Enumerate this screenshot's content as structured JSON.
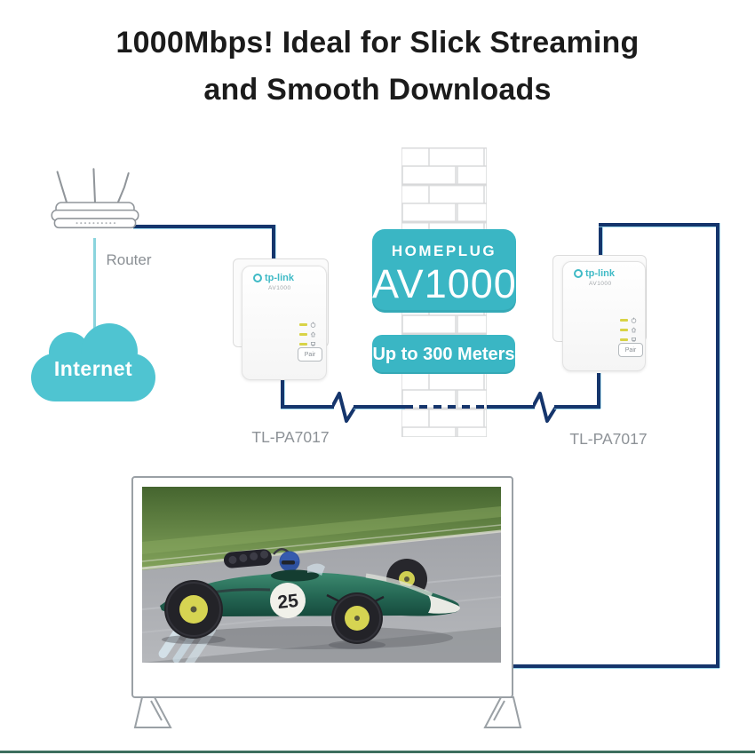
{
  "title": {
    "line1": "1000Mbps! Ideal for Slick Streaming",
    "line2": "and Smooth Downloads"
  },
  "diagram": {
    "router_label": "Router",
    "internet_label": "Internet",
    "wall_badge": {
      "top": "HOMEPLUG",
      "main": "AV1000"
    },
    "distance_badge": "Up to 300 Meters",
    "adapters": {
      "left": {
        "brand": "tp-link",
        "sub": "AV1000",
        "pair": "Pair",
        "caption": "TL-PA7017"
      },
      "right": {
        "brand": "tp-link",
        "sub": "AV1000",
        "pair": "Pair",
        "caption": "TL-PA7017"
      }
    },
    "led_icons": [
      "power-icon",
      "powerline-home-icon",
      "ethernet-icon"
    ],
    "tv": {
      "screen_number": "25"
    }
  },
  "colors": {
    "accent_teal": "#3ab6c4",
    "cloud_teal": "#4fc4d1",
    "cable_navy": "#15356c",
    "cable_cyan_edge": "#8ad4dd",
    "label_gray": "#8d9297",
    "brick_gray": "#d9dadb",
    "led_yellow": "#d8d347",
    "bottom_rule": "#3d6f5e"
  }
}
